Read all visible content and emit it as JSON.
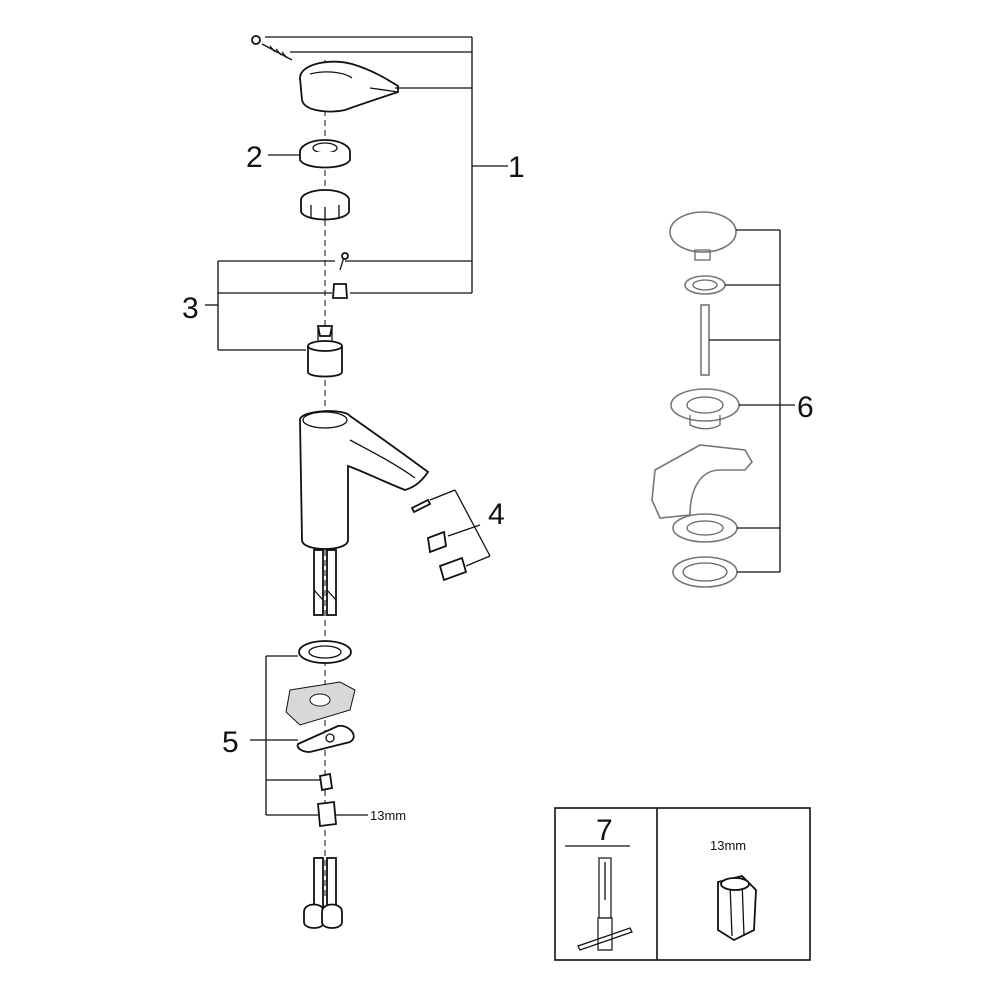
{
  "callouts": {
    "c1": "1",
    "c2": "2",
    "c3": "3",
    "c4": "4",
    "c5": "5",
    "c6": "6",
    "c7": "7"
  },
  "dimensions": {
    "nut_size_main": "13mm",
    "nut_size_box": "13mm"
  },
  "colors": {
    "main_parts": "#111111",
    "waste_parts": "#777777"
  }
}
